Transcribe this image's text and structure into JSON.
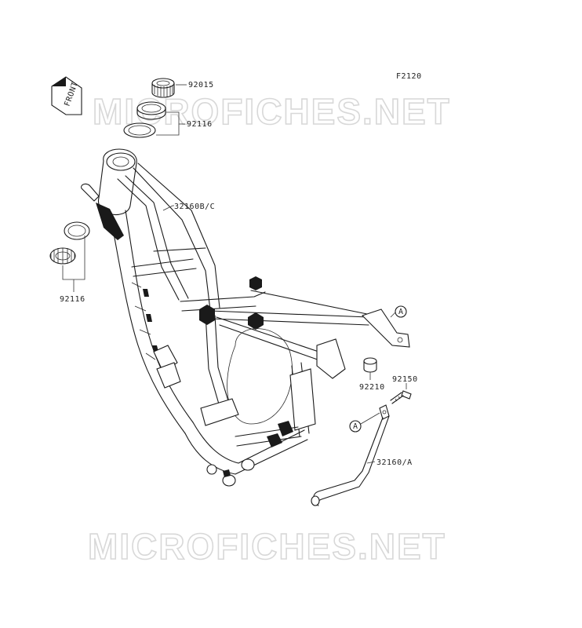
{
  "figure_code": "F2120",
  "front_marker": "FRONT",
  "watermark": "MICROFICHES.NET",
  "parts": {
    "top_nut": "92015",
    "top_bearing": "92116",
    "bottom_bearing": "92116",
    "frame_main": "32160B/C",
    "collar": "92210",
    "bolt": "92150",
    "sub_frame": "32160/A"
  },
  "reference_marks": {
    "upper": "A",
    "lower": "A"
  }
}
